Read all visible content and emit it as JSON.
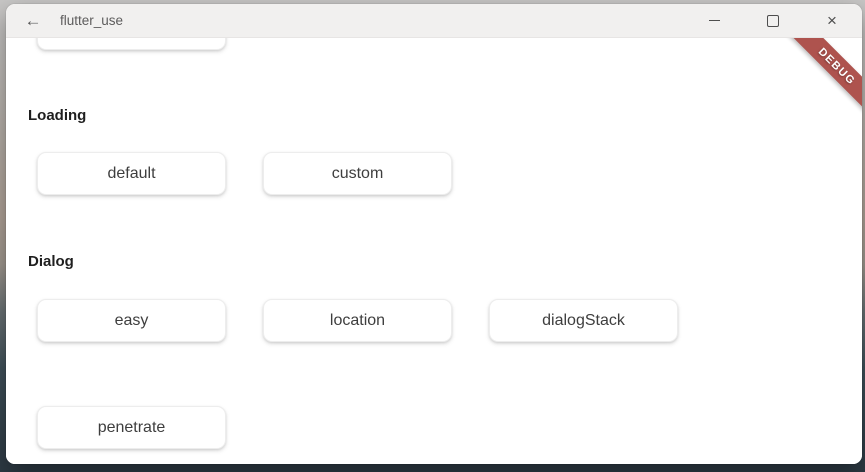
{
  "titlebar": {
    "title": "flutter_use",
    "back_icon": "←",
    "minimize_icon": "css-bar",
    "maximize_icon": "css-outline-square",
    "close_icon": "×"
  },
  "debug_banner": {
    "label": "DEBUG",
    "color": "#ae534e"
  },
  "content": {
    "sections": [
      {
        "label": "Loading",
        "buttons": [
          "default",
          "custom"
        ]
      },
      {
        "label": "Dialog",
        "buttons": [
          "easy",
          "location",
          "dialogStack",
          "penetrate"
        ]
      }
    ]
  },
  "colors": {
    "titlebar_bg": "#f1f0ef",
    "content_bg": "#ffffff",
    "debug_banner": "#ae534e",
    "button_text": "#3e3e3e",
    "section_label_text": "#1f1f1f",
    "desktop_top": "#c8c7c6",
    "desktop_bottom": "#2d3a44"
  }
}
